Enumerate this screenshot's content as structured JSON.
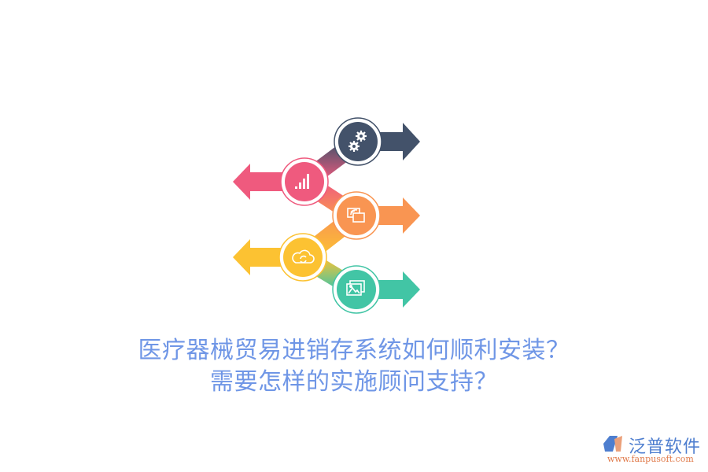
{
  "diagram": {
    "steps": [
      {
        "id": "settings",
        "icon": "gears-icon",
        "direction": "right",
        "color": "#43526a"
      },
      {
        "id": "analytics",
        "icon": "bar-chart-icon",
        "direction": "left",
        "color": "#ef5a7e"
      },
      {
        "id": "cast",
        "icon": "screen-cast-icon",
        "direction": "right",
        "color": "#f99552"
      },
      {
        "id": "cloud",
        "icon": "cloud-sync-icon",
        "direction": "left",
        "color": "#fcc232"
      },
      {
        "id": "gallery",
        "icon": "image-gallery-icon",
        "direction": "right",
        "color": "#42c5a5"
      }
    ]
  },
  "title": {
    "line1": "医疗器械贸易进销存系统如何顺利安装？",
    "line2": "需要怎样的实施顾问支持？",
    "color": "#6f96e6"
  },
  "logo": {
    "name": "泛普软件",
    "url": "www.fanpusoft.com"
  }
}
